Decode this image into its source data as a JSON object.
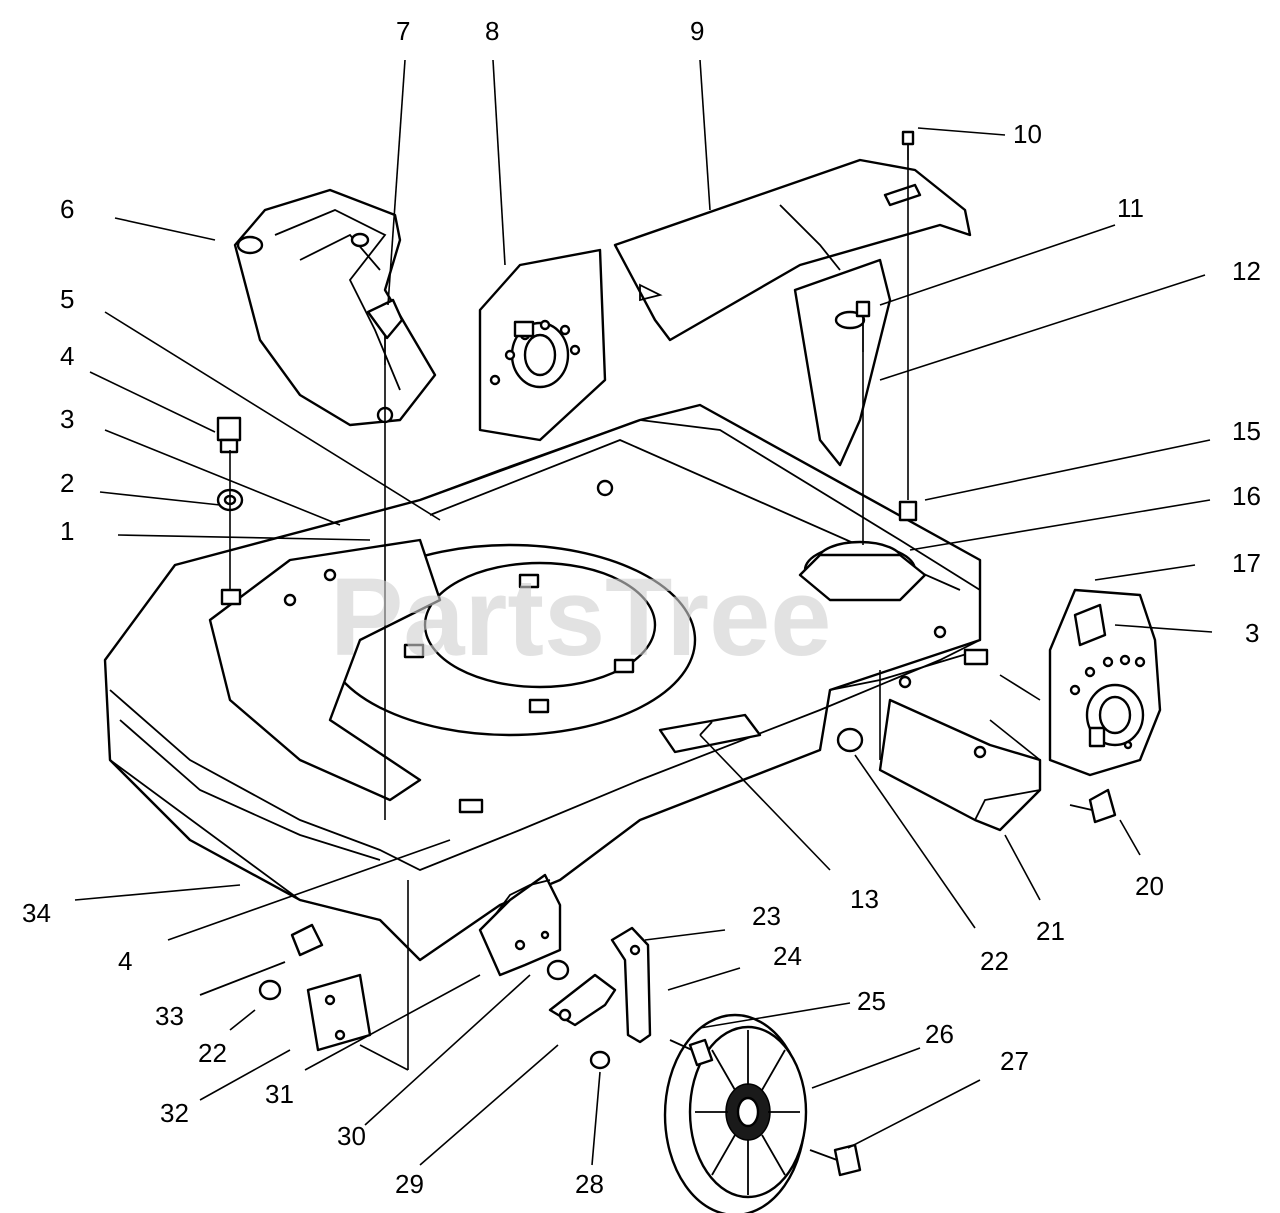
{
  "watermark": "PartsTree",
  "callouts": [
    "1",
    "2",
    "3",
    "4",
    "5",
    "6",
    "7",
    "8",
    "9",
    "10",
    "11",
    "12",
    "13",
    "15",
    "16",
    "17",
    "3",
    "20",
    "21",
    "22",
    "22",
    "23",
    "24",
    "25",
    "26",
    "27",
    "28",
    "29",
    "30",
    "31",
    "32",
    "33",
    "34",
    "4"
  ]
}
